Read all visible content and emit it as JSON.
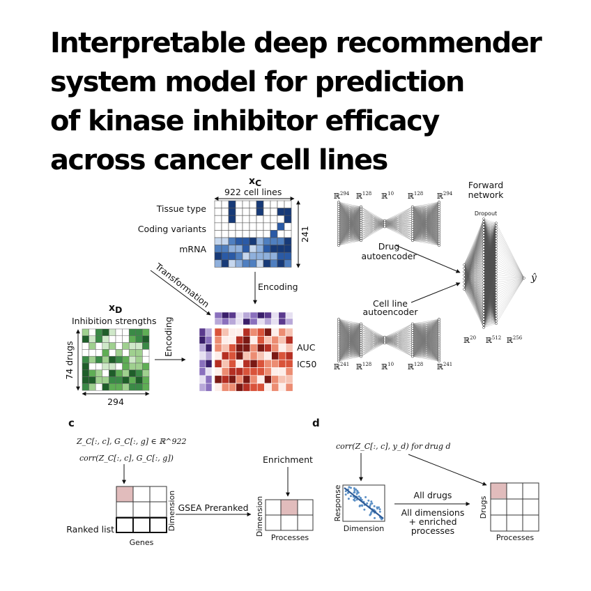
{
  "title": {
    "line1": "Interpretable deep recommender",
    "line2": "system model for prediction",
    "line3": "of kinase inhibitor efficacy",
    "line4": "across cancer cell lines"
  },
  "panel_a": {
    "xc_label": "x",
    "xc_sub": "C",
    "cell_lines": "922 cell lines",
    "tissue_type": "Tissue type",
    "coding_variants": "Coding variants",
    "mrna": "mRNA",
    "dim_241": "241",
    "encoding_top": "Encoding",
    "transformation": "Transformation",
    "xd_label": "x",
    "xd_sub": "D",
    "inhibition": "Inhibition strengths",
    "drugs_74": "74 drugs",
    "dim_294": "294",
    "encoding_left": "Encoding",
    "auc": "AUC",
    "ic50": "IC50"
  },
  "panel_b": {
    "forward1": "Forward",
    "forward2": "network",
    "dropout": "Dropout",
    "drug_ae1": "Drug",
    "drug_ae2": "autoencoder",
    "cell_ae1": "Cell line",
    "cell_ae2": "autoencoder",
    "top_dims": [
      "294",
      "128",
      "10",
      "128",
      "294"
    ],
    "bottom_dims": [
      "241",
      "128",
      "10",
      "128",
      "241"
    ],
    "forward_dims": [
      "20",
      "512",
      "256"
    ],
    "yhat": "ŷ"
  },
  "panel_c": {
    "letter": "c",
    "formula1": "Z_C[:, c], G_C[:, g] ∈ ℝ^922",
    "formula2": "corr(Z_C[:, c], G_C[:, g])",
    "ranked_list": "Ranked list",
    "genes": "Genes",
    "dimension": "Dimension",
    "gsea": "GSEA Preranked",
    "enrichment": "Enrichment",
    "dimension2": "Dimension",
    "processes": "Processes"
  },
  "panel_d": {
    "letter": "d",
    "formula": "corr(Z_C[:, c], y_d) for drug d",
    "response": "Response",
    "dimension": "Dimension",
    "all_drugs": "All drugs",
    "all_dims1": "All dimensions",
    "all_dims2": "+ enriched",
    "all_dims3": "processes",
    "drugs": "Drugs",
    "processes": "Processes"
  },
  "colors": {
    "blue": "#2c4b8e",
    "green": "#3a8a46",
    "red": "#c0392b",
    "purple": "#5b3a8e",
    "highlight": "#e1bcbc",
    "scatter": "#5b8fc5"
  }
}
